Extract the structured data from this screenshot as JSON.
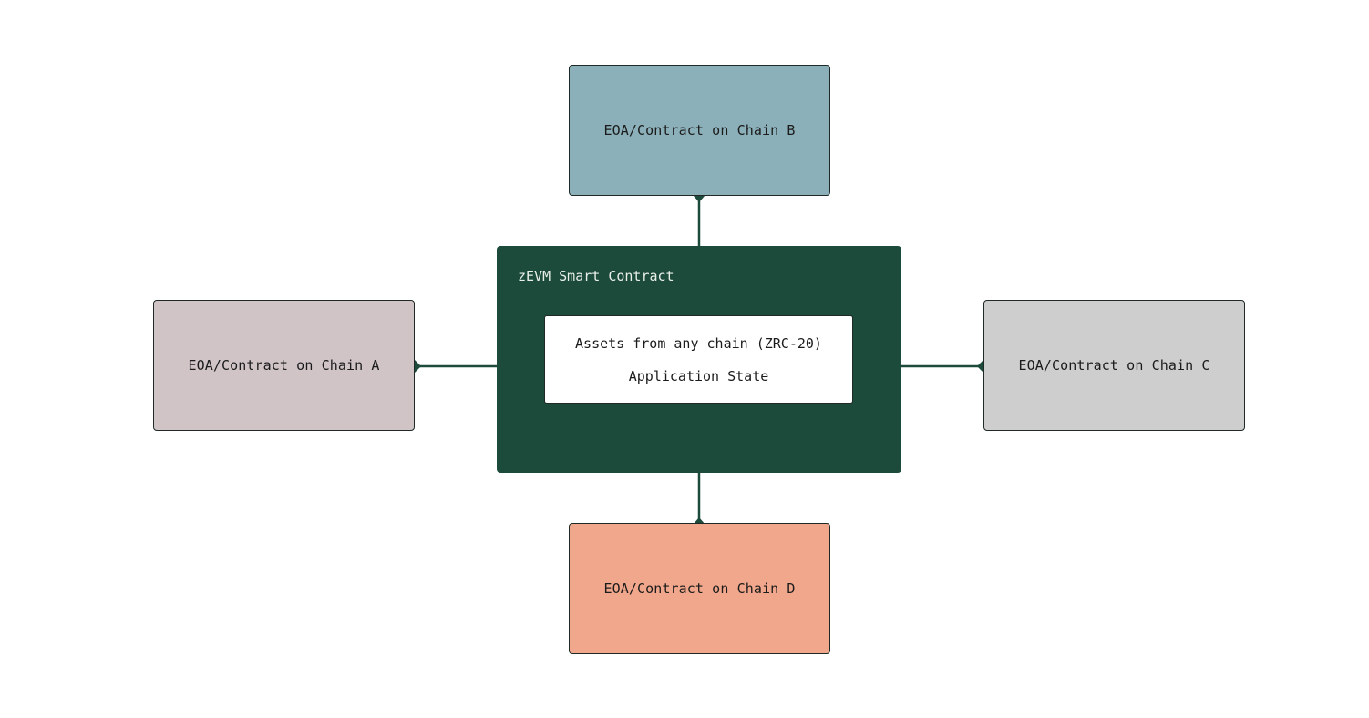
{
  "diagram": {
    "center": {
      "title": "zEVM Smart Contract",
      "contents": {
        "line1": "Assets from any chain (ZRC-20)",
        "line2": "Application State"
      },
      "color": "#1d4b3b"
    },
    "nodes": {
      "chain_b": {
        "label": "EOA/Contract on Chain B",
        "color": "#8bb0b9"
      },
      "chain_a": {
        "label": "EOA/Contract on Chain A",
        "color": "#d0c4c7"
      },
      "chain_c": {
        "label": "EOA/Contract on Chain C",
        "color": "#cecece"
      },
      "chain_d": {
        "label": "EOA/Contract on Chain D",
        "color": "#f1a78b"
      }
    },
    "connector_color": "#1d4b3b"
  }
}
